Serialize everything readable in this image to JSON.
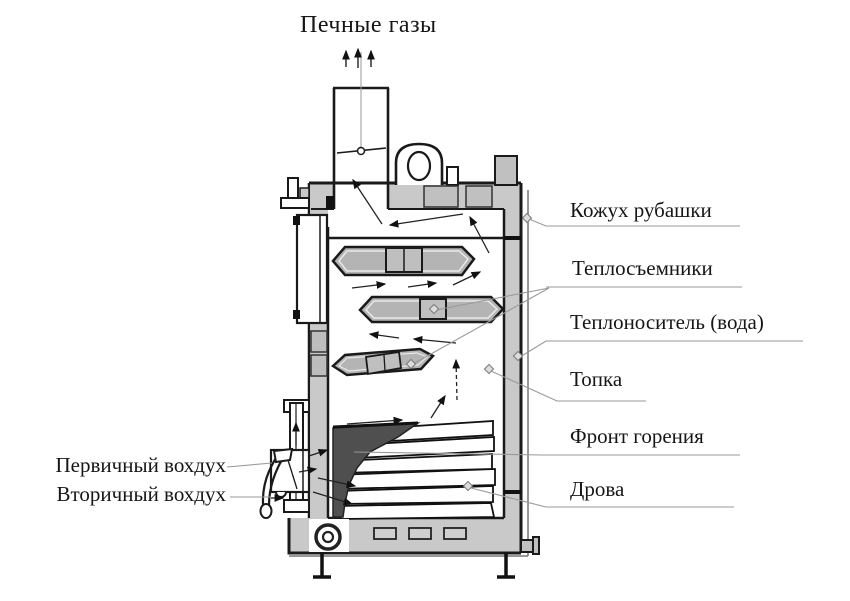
{
  "diagram": {
    "title": {
      "text": "Печные газы"
    },
    "labels": {
      "right": [
        {
          "text": "Кожух рубашки"
        },
        {
          "text": "Теплосъемники"
        },
        {
          "text": "Теплоноситель (вода)"
        },
        {
          "text": "Топка"
        },
        {
          "text": "Фронт горения"
        },
        {
          "text": "Дрова"
        }
      ],
      "left": [
        {
          "text": "Первичный вохдух"
        },
        {
          "text": "Вторичный вохдух"
        }
      ]
    },
    "colors": {
      "jacket_gray": "#c9c9c9",
      "block_gray": "#c0c0c0",
      "plate_gray": "#b4b4b4",
      "combustion_front_dark": "#4f4f4f",
      "outline": "#1a1a1a",
      "leader_gray": "#999999"
    }
  }
}
